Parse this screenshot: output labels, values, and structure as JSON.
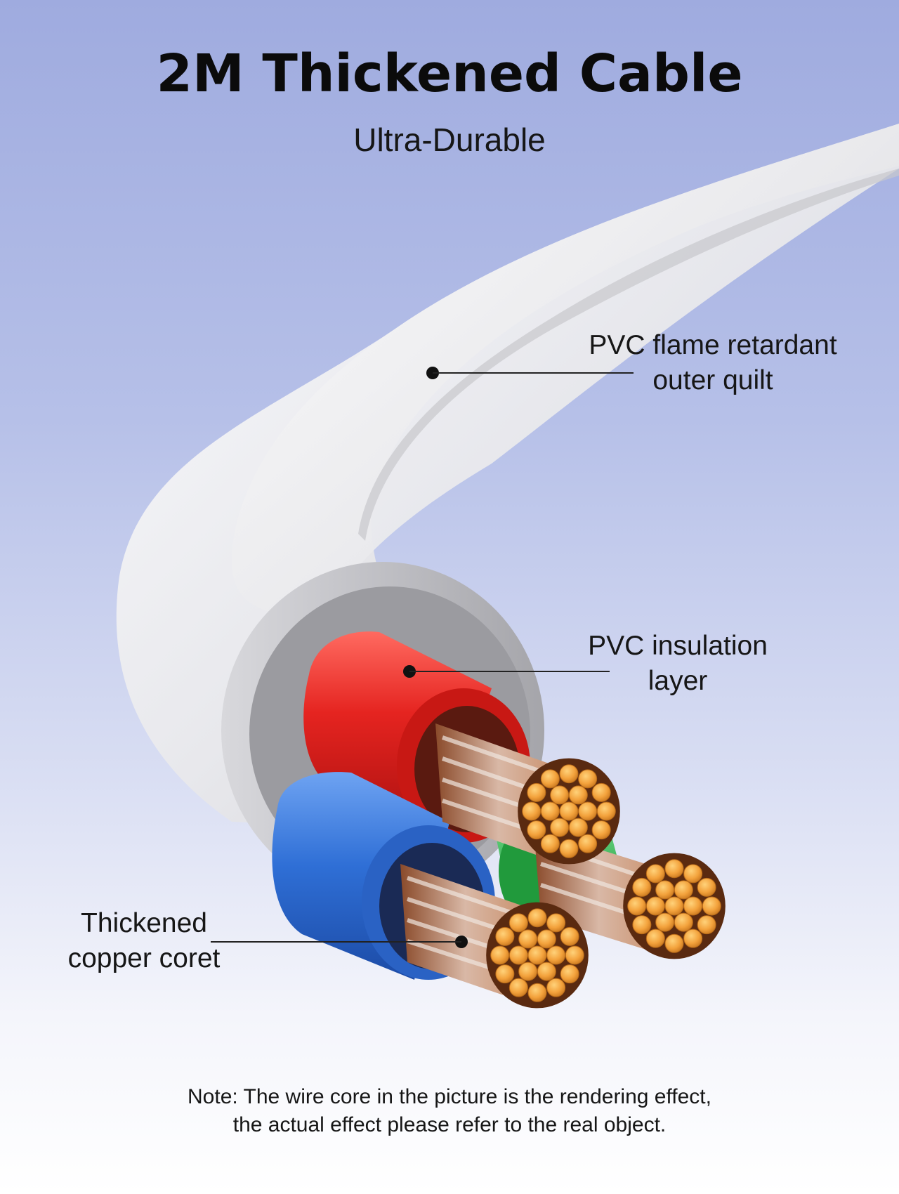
{
  "title": "2M Thickened Cable",
  "subtitle": "Ultra-Durable",
  "callouts": {
    "outer": [
      "PVC flame retardant",
      "outer quilt"
    ],
    "insulation": [
      "PVC insulation",
      "layer"
    ],
    "copper": [
      "Thickened",
      "copper coret"
    ]
  },
  "note": [
    "Note: The wire core in the picture is the rendering effect,",
    "the actual effect please refer to the real object."
  ],
  "colors": {
    "sheath": "#eeeeee",
    "red_wire": "#e52420",
    "blue_wire": "#2f6fd6",
    "green_wire": "#2fb84a",
    "copper": "#f3a23c"
  }
}
